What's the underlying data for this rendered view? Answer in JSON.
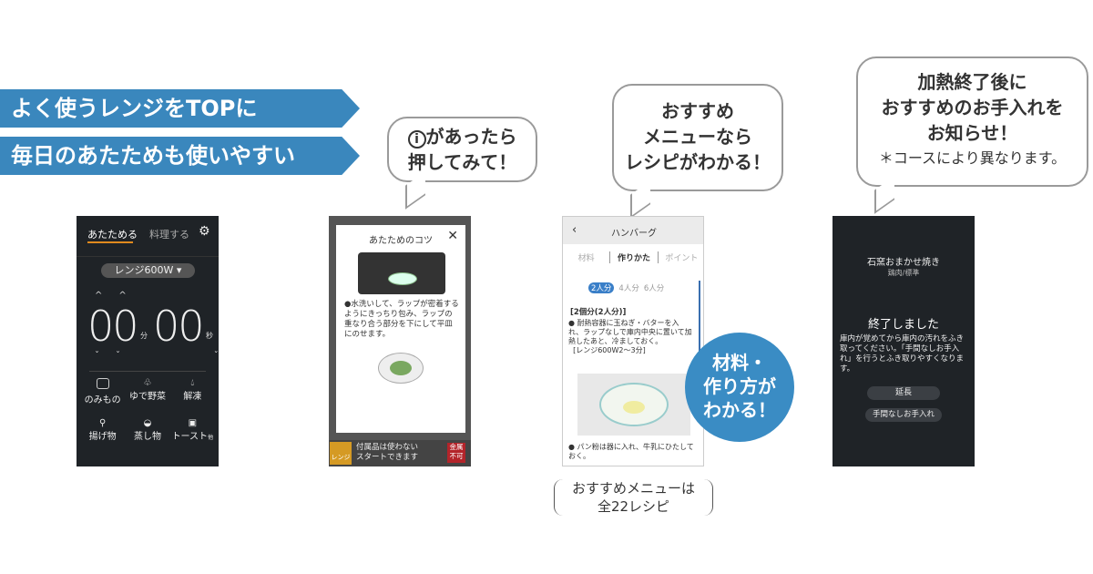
{
  "headline": {
    "line1": "よく使うレンジをTOPに",
    "line2": "毎日のあたためも使いやすい"
  },
  "colors": {
    "accent_blue": "#3a87bd",
    "phone_dark": "#1f2327",
    "tab_underline": "#e08a1e"
  },
  "phone1": {
    "tabs": [
      "あたためる",
      "料理する"
    ],
    "settings_icon": "gear-icon",
    "mode": "レンジ600W",
    "minutes": "00",
    "min_unit": "分",
    "seconds": "00",
    "sec_unit": "秒",
    "items": [
      {
        "label": "のみもの",
        "icon": "cup-icon"
      },
      {
        "label": "ゆで野菜",
        "icon": "broccoli-icon"
      },
      {
        "label": "解凍",
        "icon": "drop-icon"
      },
      {
        "label": "揚げ物",
        "icon": "drumstick-icon"
      },
      {
        "label": "蒸し物",
        "icon": "steamer-icon"
      },
      {
        "label": "トースト",
        "suffix": "他",
        "icon": "toast-icon"
      }
    ]
  },
  "bubble2": {
    "line1": "があったら",
    "info_icon": "i",
    "line2": "押してみて！"
  },
  "phone2": {
    "title": "あたためのコツ",
    "tip": "●水洗いして、ラップが密着するようにきっちり包み、ラップの重なり合う部分を下にして平皿にのせます。",
    "badge": "レンジ",
    "footer_line1": "付属品は使わない",
    "footer_line2": "スタートできます",
    "warning": "金属不可"
  },
  "bubble3": {
    "lines": [
      "おすすめ",
      "メニューなら",
      "レシピがわかる！"
    ]
  },
  "phone3": {
    "title": "ハンバーグ",
    "tabs": [
      "材料",
      "作りかた",
      "ポイント"
    ],
    "servings": [
      "2人分",
      "4人分",
      "6人分"
    ],
    "heading": "[2個分(2人分)]",
    "step1": "耐熱容器に玉ねぎ・バターを入れ、ラップなしで庫内中央に置いて加熱したあと、冷ましておく。",
    "step1_setting": "[レンジ600W2〜3分]",
    "step2": "パン粉は器に入れ、牛乳にひたしておく。"
  },
  "circle": {
    "lines": [
      "材料・",
      "作り方が",
      "わかる！"
    ]
  },
  "caption": {
    "line1": "おすすめメニューは",
    "line2": "全22レシピ"
  },
  "bubble4": {
    "lines": [
      "加熱終了後に",
      "おすすめのお手入れを",
      "お知らせ！"
    ],
    "note": "＊コースにより異なります。"
  },
  "phone4": {
    "title": "石窯おまかせ焼き",
    "subtitle": "鶏肉/標準",
    "status": "終了しました",
    "message": "庫内が覚めてから庫内の汚れをふき取ってください。「手間なしお手入れ」を行うとふき取りやすくなります。",
    "button1": "延長",
    "button2": "手間なしお手入れ"
  }
}
